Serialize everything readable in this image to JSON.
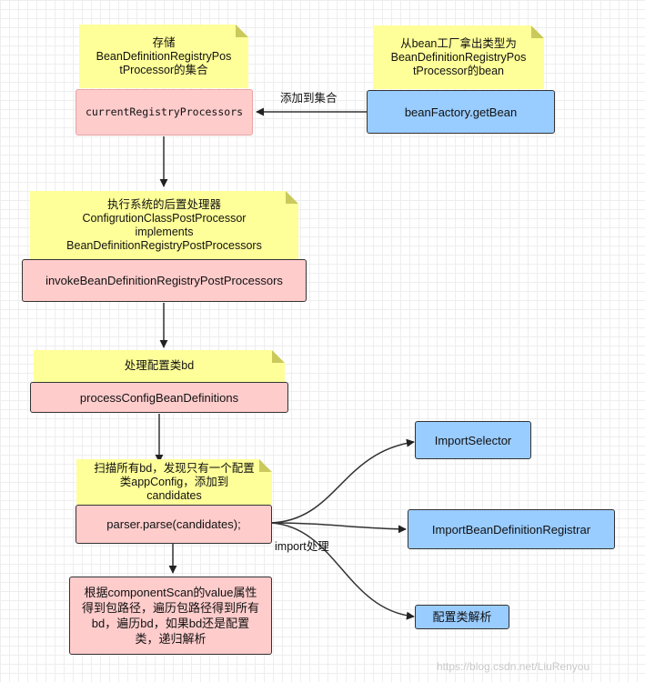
{
  "notes": {
    "storage": "存储\nBeanDefinitionRegistryPos\ntProcessor的集合",
    "fetch": "从bean工厂拿出类型为\nBeanDefinitionRegistryPos\ntProcessor的bean",
    "execute": "执行系统的后置处理器\nConfigrutionClassPostProcessor\nimplements\nBeanDefinitionRegistryPostProcessors",
    "process": "处理配置类bd",
    "scan": "扫描所有bd，发现只有一个配置\n类appConfig，添加到\ncandidates"
  },
  "boxes": {
    "current_registry": "currentRegistryProcessors",
    "get_bean": "beanFactory.getBean",
    "invoke": "invokeBeanDefinitionRegistryPostProcessors",
    "process_config": "processConfigBeanDefinitions",
    "parse": "parser.parse(candidates);",
    "component_scan": "根据componentScan的value属性\n得到包路径，遍历包路径得到所有\nbd，遍历bd，如果bd还是配置\n类，递归解析",
    "import_selector": "ImportSelector",
    "import_registrar": "ImportBeanDefinitionRegistrar",
    "config_parse": "配置类解析"
  },
  "labels": {
    "add_to_set": "添加到集合",
    "import_handle": "import处理"
  },
  "watermark": "https://blog.csdn.net/LiuRenyou"
}
